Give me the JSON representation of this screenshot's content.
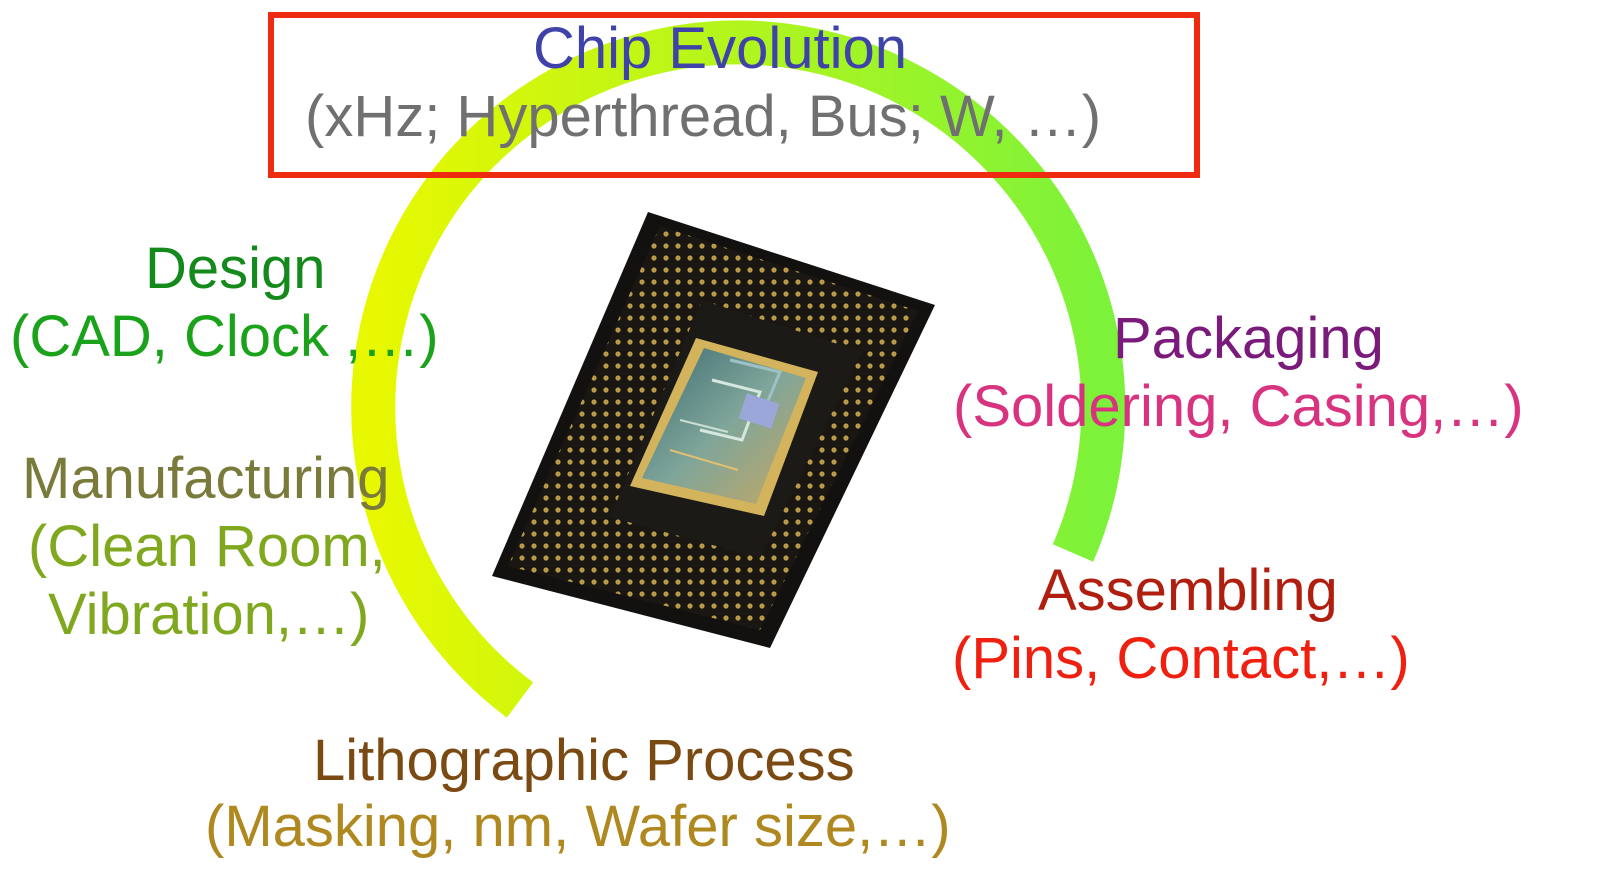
{
  "title": {
    "heading": "Chip Evolution",
    "subheading": "(xHz; Hyperthread, Bus; W, …)"
  },
  "stages": {
    "design": {
      "label": "Design",
      "details": "(CAD, Clock ,…)"
    },
    "manufacturing": {
      "label": "Manufacturing",
      "details_line1": "(Clean Room,",
      "details_line2": "Vibration,…)"
    },
    "lithography": {
      "label": "Lithographic Process",
      "details": "(Masking, nm, Wafer size,…)"
    },
    "assembling": {
      "label": "Assembling",
      "details": "(Pins, Contact,…)"
    },
    "packaging": {
      "label": "Packaging",
      "details": "(Soldering, Casing,…)"
    }
  },
  "colors": {
    "title_heading": "#3f42a8",
    "title_sub": "#707070",
    "title_border": "#ee2a10",
    "design": "#158a1c",
    "design_details": "#1aa31a",
    "manufacturing": "#7a7a3a",
    "manufacturing_details": "#7fa81f",
    "lithography": "#7a4a12",
    "lithography_details": "#b08820",
    "assembling": "#b01e10",
    "assembling_details": "#f02010",
    "packaging": "#7a1a7a",
    "packaging_details": "#d8337f",
    "arc_start": "#e8f800",
    "arc_end": "#7cf23a"
  },
  "icons": {
    "cycle": "cycle-arc",
    "chip": "cpu-chip-icon"
  }
}
